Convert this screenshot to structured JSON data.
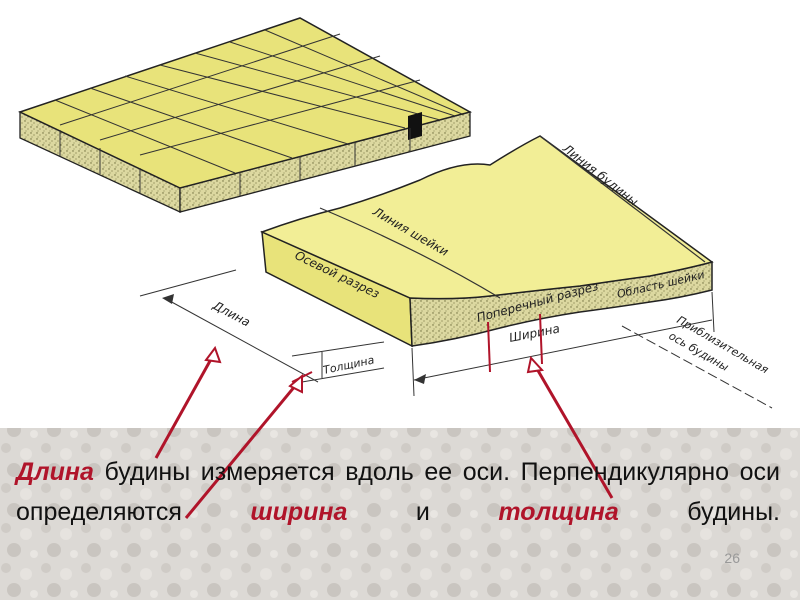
{
  "labels": {
    "boudin_line": "Линия будины",
    "neck_line": "Линия шейки",
    "axial_section": "Осевой разрез",
    "cross_section": "Поперечный разрез",
    "neck_area": "Область шейки",
    "length": "Длина",
    "thickness": "Толщина",
    "width": "Ширина",
    "approx_axis_1": "Приблизительная",
    "approx_axis_2": "ось будины"
  },
  "caption": {
    "w1": "Длина",
    "t1": " будины измеряется вдоль ее оси. Перпендикулярно оси определяются ",
    "w2": "ширина",
    "t2": " и ",
    "w3": "толщина",
    "t3": " будины."
  },
  "slide_number": "26",
  "colors": {
    "boudin_fill": "#e8e37a",
    "boudin_top": "#f2ee96",
    "arrow": "#b0142a",
    "background_texture": "#d9d6d2"
  }
}
